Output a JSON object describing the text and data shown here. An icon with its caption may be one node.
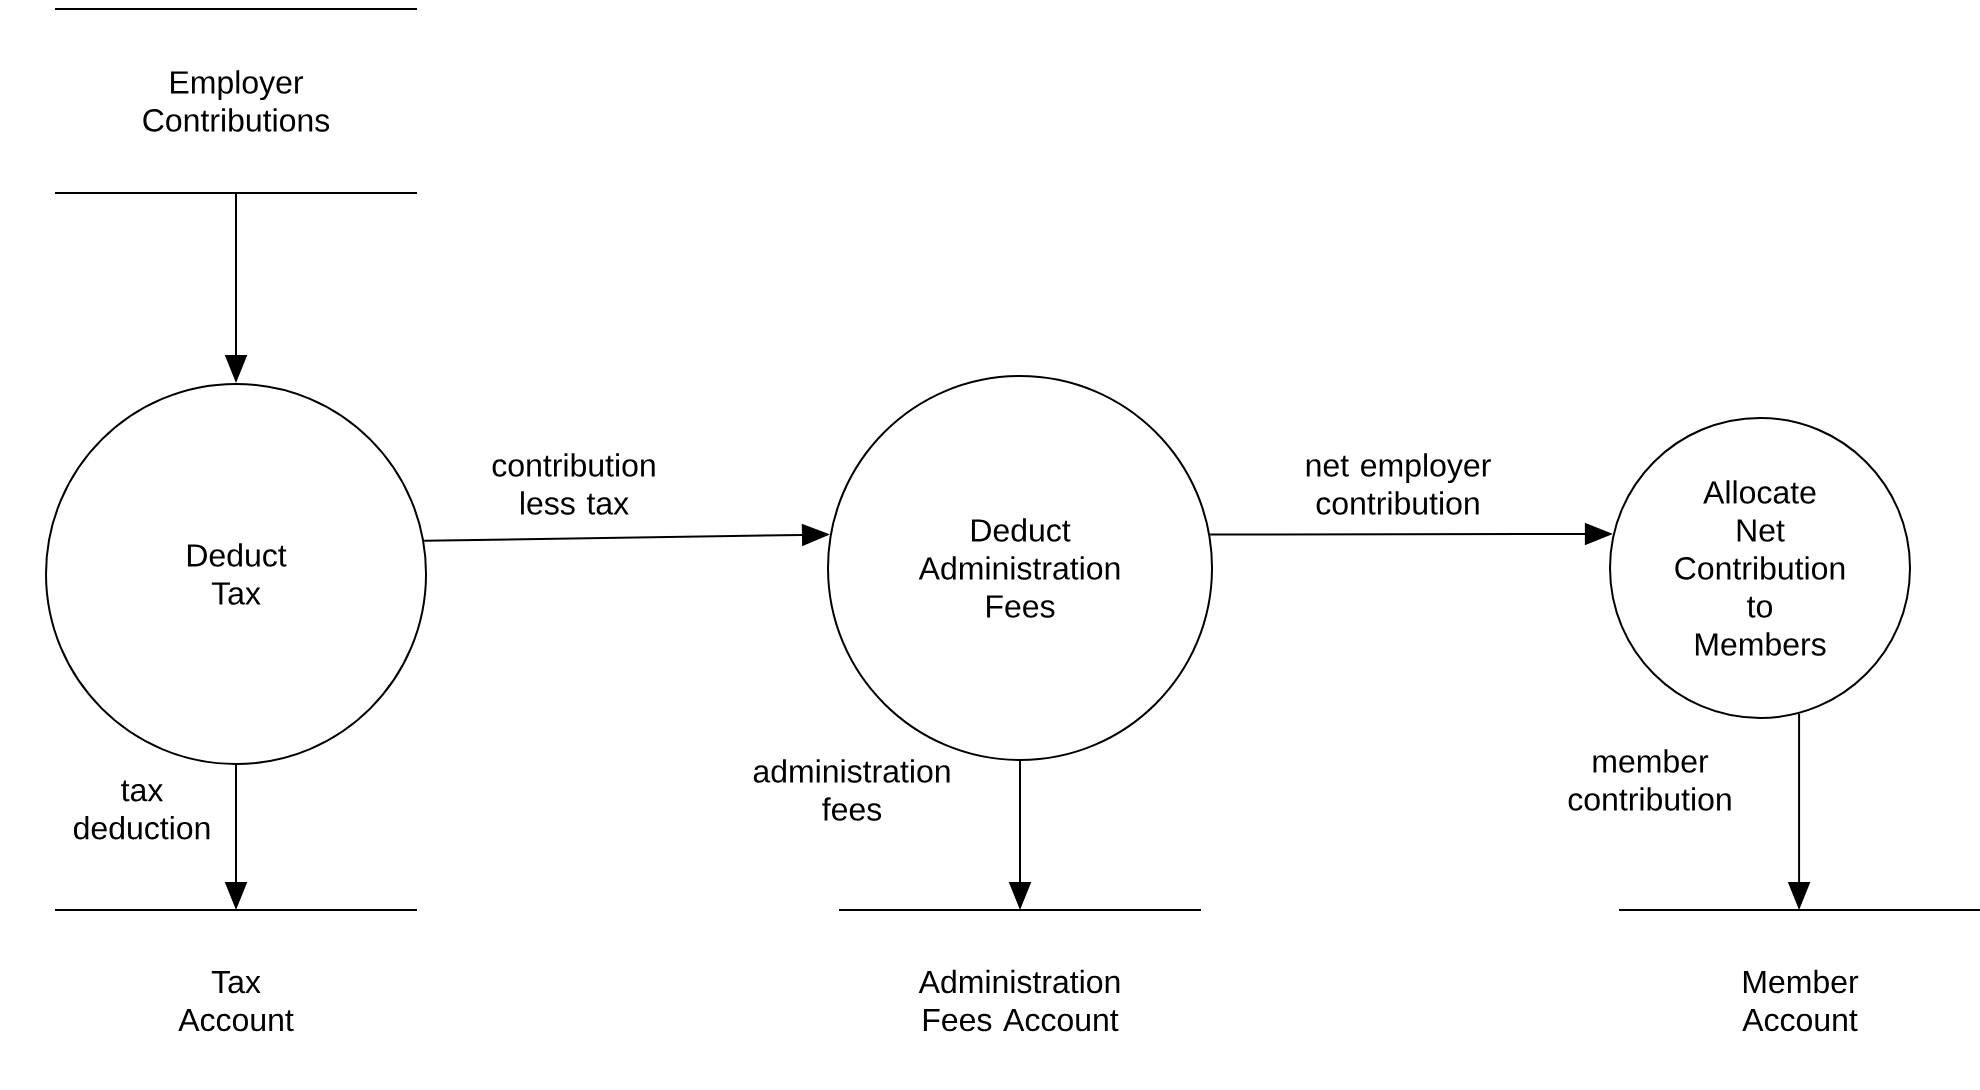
{
  "diagram": {
    "nodes": [
      {
        "text": [
          "Employer Contributions"
        ]
      },
      {
        "text": [
          "Deduct Tax"
        ]
      },
      {
        "text": [
          "Deduct Administration Fees"
        ]
      },
      {
        "text": [
          "Allocate Net Contribution to Members"
        ]
      },
      {
        "text": [
          "Tax Account"
        ]
      },
      {
        "text": [
          "Administration Fees Account"
        ]
      },
      {
        "text": [
          "Member Account"
        ]
      }
    ],
    "edges": [
      {
        "from": 0,
        "to": 1,
        "arrow": "to"
      },
      {
        "from": 1,
        "to": 2,
        "arrow": "to",
        "label": "contribution less tax"
      },
      {
        "from": 2,
        "to": 3,
        "arrow": "to",
        "label": "net employer contribution"
      },
      {
        "from": 1,
        "to": 4,
        "arrow": "to",
        "label": "tax deduction"
      },
      {
        "from": 2,
        "to": 5,
        "arrow": "to",
        "label": "administration fees"
      },
      {
        "from": 3,
        "to": 6,
        "arrow": "to",
        "label": "member contribution"
      }
    ]
  }
}
